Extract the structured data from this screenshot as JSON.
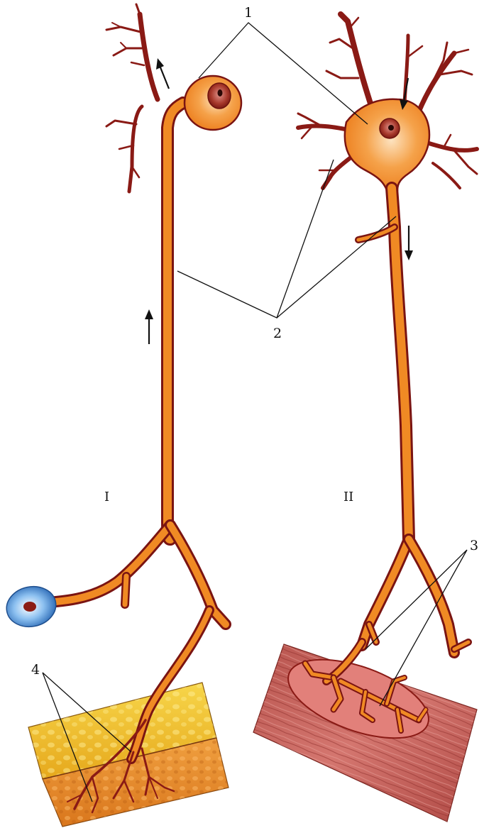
{
  "labels": {
    "cell_body": "1",
    "processes": "2",
    "motor_endings": "3",
    "sensory_endings": "4",
    "neuron_one": "I",
    "neuron_two": "II"
  },
  "colors": {
    "neuron_fill": "#f08a24",
    "neuron_outline": "#7a1412",
    "dendrite": "#8a1a15",
    "nucleus": "#8b1c14",
    "skin_top": "#f2c22a",
    "skin_bottom": "#e8892a",
    "muscle": "#c8615c",
    "receptor": "#2a6fc0"
  }
}
